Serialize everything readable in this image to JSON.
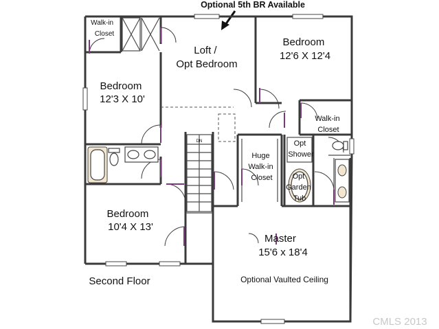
{
  "banner": "Optional 5th BR Available",
  "floor_label": "Second Floor",
  "watermark": "CMLS 2013",
  "stair_label": "DN",
  "rooms": {
    "walkin_closet_top_left": [
      "Walk-in",
      "Closet"
    ],
    "loft": [
      "Loft /",
      "Opt Bedroom"
    ],
    "bedroom_top_right": [
      "Bedroom",
      "12'6 X 12'4"
    ],
    "bedroom_left": [
      "Bedroom",
      "12'3 X 10'"
    ],
    "walkin_closet_right": [
      "Walk-in",
      "Closet"
    ],
    "huge_walkin_closet": [
      "Huge",
      "Walk-in",
      "Closet"
    ],
    "opt_shower": [
      "Opt",
      "Shower"
    ],
    "opt_garden_tub": [
      "Opt",
      "Garden",
      "Tub"
    ],
    "bedroom_bottom_left": [
      "Bedroom",
      "10'4 X 13'"
    ],
    "master": [
      "Master",
      "15'6  x 18'4"
    ],
    "master_note": "Optional Vaulted Ceiling"
  }
}
